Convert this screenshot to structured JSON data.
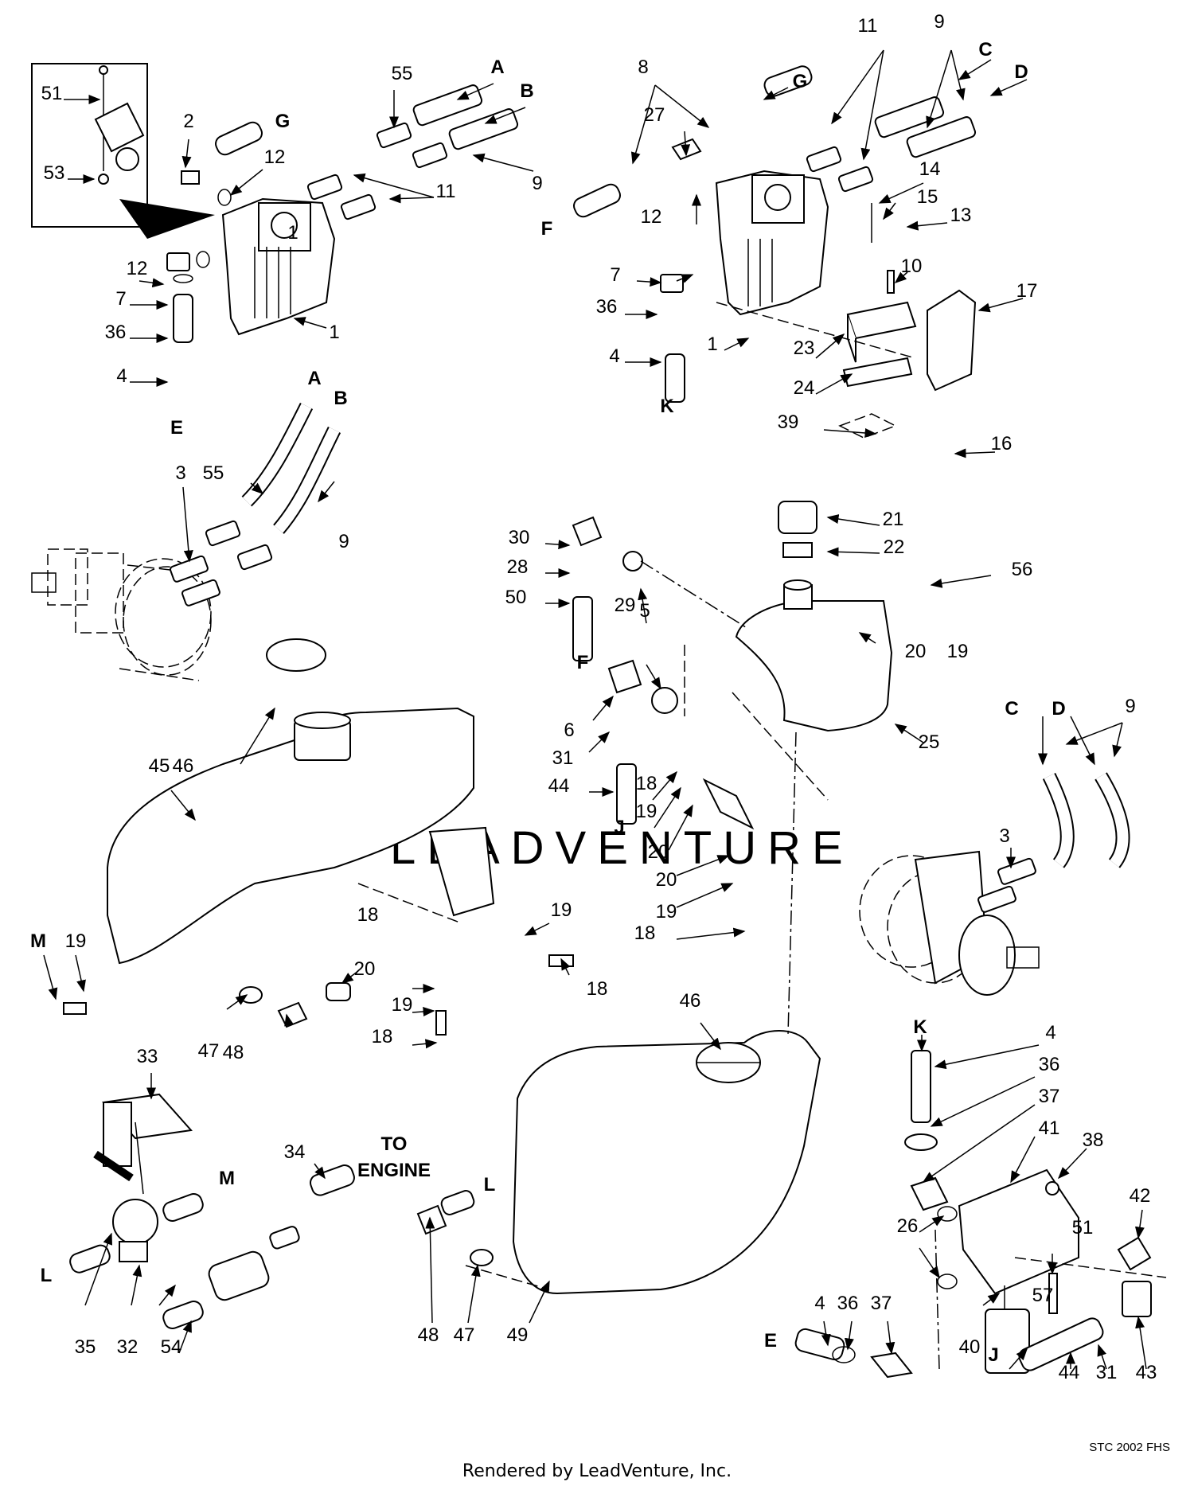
{
  "footer": {
    "credit": "Rendered by LeadVenture, Inc.",
    "code": "STC 2002 FHS"
  },
  "watermark": "LEADVENTURE",
  "connectors": {
    "to_engine_line1": "TO",
    "to_engine_line2": "ENGINE"
  },
  "callouts": [
    {
      "t": "51"
    },
    {
      "t": "53"
    },
    {
      "t": "2"
    },
    {
      "t": "12"
    },
    {
      "t": "G"
    },
    {
      "t": "55"
    },
    {
      "t": "A"
    },
    {
      "t": "B"
    },
    {
      "t": "11"
    },
    {
      "t": "9"
    },
    {
      "t": "1"
    },
    {
      "t": "12"
    },
    {
      "t": "7"
    },
    {
      "t": "36"
    },
    {
      "t": "1"
    },
    {
      "t": "4"
    },
    {
      "t": "E"
    },
    {
      "t": "8"
    },
    {
      "t": "G"
    },
    {
      "t": "27"
    },
    {
      "t": "11"
    },
    {
      "t": "9"
    },
    {
      "t": "C"
    },
    {
      "t": "D"
    },
    {
      "t": "F"
    },
    {
      "t": "12"
    },
    {
      "t": "14"
    },
    {
      "t": "15"
    },
    {
      "t": "13"
    },
    {
      "t": "7"
    },
    {
      "t": "10"
    },
    {
      "t": "36"
    },
    {
      "t": "17"
    },
    {
      "t": "1"
    },
    {
      "t": "4"
    },
    {
      "t": "K"
    },
    {
      "t": "23"
    },
    {
      "t": "24"
    },
    {
      "t": "39"
    },
    {
      "t": "16"
    },
    {
      "t": "A"
    },
    {
      "t": "B"
    },
    {
      "t": "3"
    },
    {
      "t": "55"
    },
    {
      "t": "9"
    },
    {
      "t": "21"
    },
    {
      "t": "30"
    },
    {
      "t": "22"
    },
    {
      "t": "28"
    },
    {
      "t": "56"
    },
    {
      "t": "50"
    },
    {
      "t": "29"
    },
    {
      "t": "20"
    },
    {
      "t": "19"
    },
    {
      "t": "F"
    },
    {
      "t": "5"
    },
    {
      "t": "25"
    },
    {
      "t": "6"
    },
    {
      "t": "31"
    },
    {
      "t": "44"
    },
    {
      "t": "18"
    },
    {
      "t": "19"
    },
    {
      "t": "J"
    },
    {
      "t": "20"
    },
    {
      "t": "20"
    },
    {
      "t": "19"
    },
    {
      "t": "18"
    },
    {
      "t": "C"
    },
    {
      "t": "D"
    },
    {
      "t": "9"
    },
    {
      "t": "3"
    },
    {
      "t": "45"
    },
    {
      "t": "46"
    },
    {
      "t": "19"
    },
    {
      "t": "18"
    },
    {
      "t": "19"
    },
    {
      "t": "M"
    },
    {
      "t": "20"
    },
    {
      "t": "18"
    },
    {
      "t": "19"
    },
    {
      "t": "47"
    },
    {
      "t": "48"
    },
    {
      "t": "18"
    },
    {
      "t": "46"
    },
    {
      "t": "K"
    },
    {
      "t": "4"
    },
    {
      "t": "36"
    },
    {
      "t": "37"
    },
    {
      "t": "41"
    },
    {
      "t": "38"
    },
    {
      "t": "33"
    },
    {
      "t": "34"
    },
    {
      "t": "M"
    },
    {
      "t": "L"
    },
    {
      "t": "26"
    },
    {
      "t": "51"
    },
    {
      "t": "42"
    },
    {
      "t": "57"
    },
    {
      "t": "L"
    },
    {
      "t": "35"
    },
    {
      "t": "32"
    },
    {
      "t": "54"
    },
    {
      "t": "48"
    },
    {
      "t": "47"
    },
    {
      "t": "49"
    },
    {
      "t": "4"
    },
    {
      "t": "36"
    },
    {
      "t": "37"
    },
    {
      "t": "E"
    },
    {
      "t": "40"
    },
    {
      "t": "J"
    },
    {
      "t": "44"
    },
    {
      "t": "31"
    },
    {
      "t": "43"
    }
  ]
}
